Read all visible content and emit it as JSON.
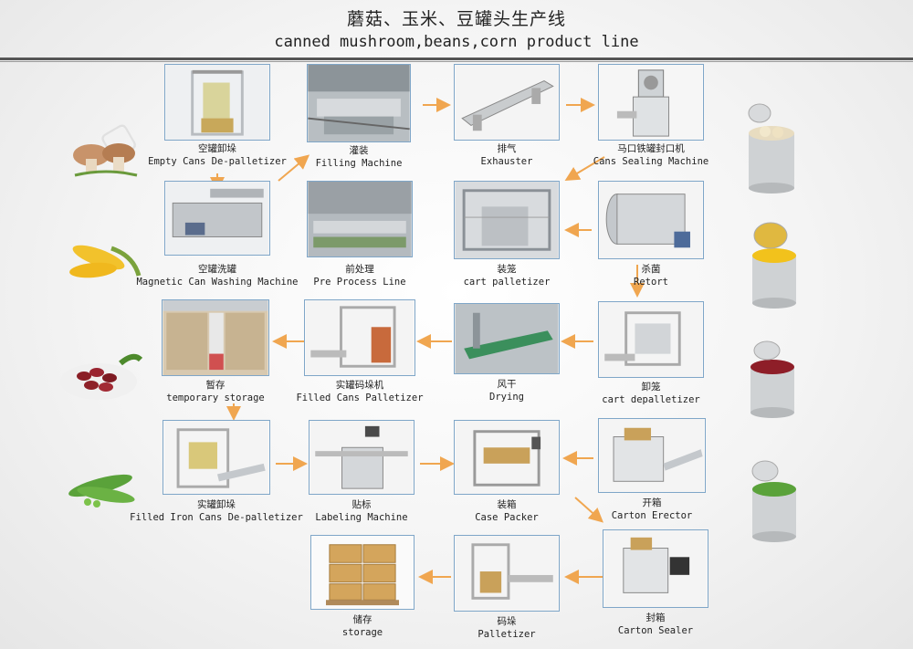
{
  "header": {
    "title_cn": "蘑菇、玉米、豆罐头生产线",
    "title_en": "canned mushroom,beans,corn product line"
  },
  "steps": [
    {
      "id": "depal",
      "cn": "空罐卸垛",
      "en": "Empty Cans De-palletizer",
      "icon": "depalletizer-machine-photo"
    },
    {
      "id": "filling",
      "cn": "灌装",
      "en": "Filling Machine",
      "icon": "filling-machine-photo"
    },
    {
      "id": "exhaust",
      "cn": "排气",
      "en": "Exhauster",
      "icon": "exhauster-photo"
    },
    {
      "id": "sealing",
      "cn": "马口铁罐封口机",
      "en": "Cans Sealing Machine",
      "icon": "sealing-machine-photo"
    },
    {
      "id": "washing",
      "cn": "空罐洗罐",
      "en": "Magnetic Can Washing Machine",
      "icon": "washing-machine-photo"
    },
    {
      "id": "preprocess",
      "cn": "前处理",
      "en": "Pre Process Line",
      "icon": "pre-process-line-photo"
    },
    {
      "id": "cartpal",
      "cn": "装笼",
      "en": "cart palletizer",
      "icon": "cart-palletizer-photo"
    },
    {
      "id": "retort",
      "cn": "杀菌",
      "en": "Retort",
      "icon": "retort-photo"
    },
    {
      "id": "tempstorage",
      "cn": "暂存",
      "en": "temporary storage",
      "icon": "temporary-storage-photo"
    },
    {
      "id": "filledpal",
      "cn": "实罐码垛机",
      "en": "Filled Cans Palletizer",
      "icon": "filled-cans-palletizer-photo"
    },
    {
      "id": "drying",
      "cn": "风干",
      "en": "Drying",
      "icon": "drying-conveyor-photo"
    },
    {
      "id": "cartdepal",
      "cn": "卸笼",
      "en": "cart depalletizer",
      "icon": "cart-depalletizer-photo"
    },
    {
      "id": "irondepal",
      "cn": "实罐卸垛",
      "en": "Filled Iron Cans De-palletizer",
      "icon": "iron-cans-depalletizer-photo"
    },
    {
      "id": "labeling",
      "cn": "贴标",
      "en": "Labeling Machine",
      "icon": "labeling-machine-photo"
    },
    {
      "id": "casepacker",
      "cn": "装箱",
      "en": "Case Packer",
      "icon": "case-packer-photo"
    },
    {
      "id": "erector",
      "cn": "开箱",
      "en": "Carton Erector",
      "icon": "carton-erector-photo"
    },
    {
      "id": "storage",
      "cn": "储存",
      "en": "storage",
      "icon": "storage-boxes-photo"
    },
    {
      "id": "palletizer",
      "cn": "码垛",
      "en": "Palletizer",
      "icon": "palletizer-photo"
    },
    {
      "id": "sealer",
      "cn": "封箱",
      "en": "Carton Sealer",
      "icon": "carton-sealer-photo"
    }
  ],
  "side_images": {
    "left": [
      "mushroom-icon",
      "corn-icon",
      "red-beans-icon",
      "green-peas-icon"
    ],
    "right": [
      "mushroom-can-icon",
      "corn-can-icon",
      "beans-can-icon",
      "peas-can-icon"
    ]
  },
  "colors": {
    "arrow": "#f0a650",
    "frame": "#7fa6c8",
    "rule": "#555555"
  }
}
